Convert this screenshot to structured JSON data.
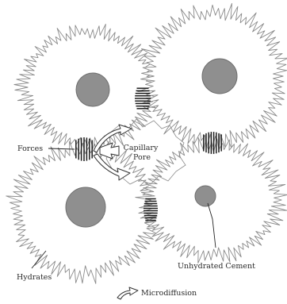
{
  "diagram": {
    "labels": {
      "forces": "Forces",
      "capillary_pore": "Capillary\nPore",
      "unhydrated_cement": "Unhydrated Cement",
      "hydrates": "Hydrates",
      "microdiffusion": "Microdiffusion"
    },
    "colors": {
      "cluster_outline": "#8a8a8a",
      "unhydrated_core": "#8f8f8f",
      "force_bars": "#1c1c1c",
      "background": "#ffffff"
    },
    "cement_grains": 4,
    "force_zones": 4
  }
}
